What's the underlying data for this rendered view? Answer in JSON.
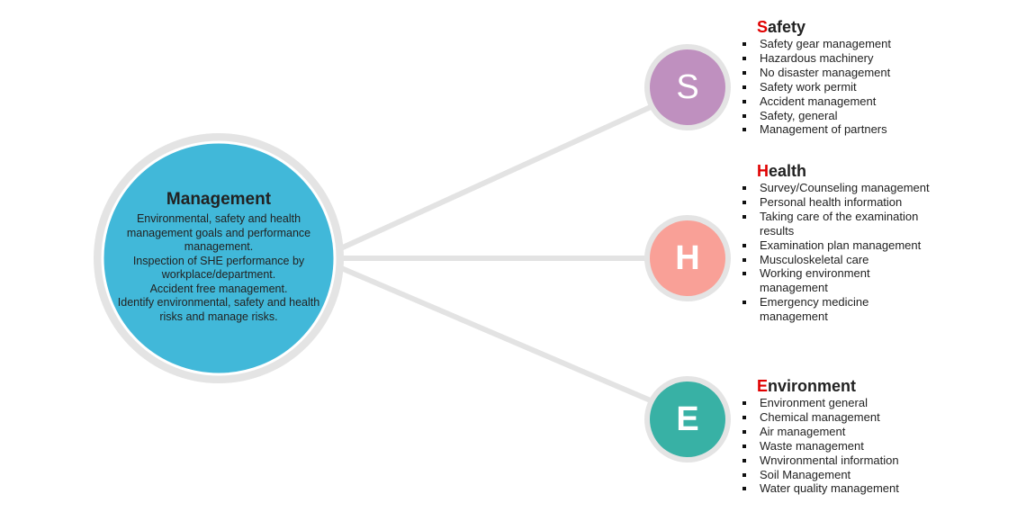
{
  "management": {
    "title": "Management",
    "lines": [
      "Environmental, safety and health management goals and performance management.",
      "Inspection of SHE performance by workplace/department.",
      "Accident free management.",
      "Identify environmental, safety and health risks and manage risks."
    ],
    "color": "#41b8d9"
  },
  "sections": [
    {
      "letter": "S",
      "title_first": "S",
      "title_rest": "afety",
      "color": "#bf90bf",
      "items": [
        "Safety gear management",
        "Hazardous machinery",
        "No disaster management",
        "Safety work permit",
        "Accident management",
        "Safety, general",
        "Management of partners"
      ]
    },
    {
      "letter": "H",
      "title_first": "H",
      "title_rest": "ealth",
      "color": "#f9a097",
      "items": [
        "Survey/Counseling management",
        "Personal health information",
        "Taking care of the examination results",
        "Examination plan management",
        "Musculoskeletal care",
        "Working environment management",
        "Emergency medicine management"
      ]
    },
    {
      "letter": "E",
      "title_first": "E",
      "title_rest": "nvironment",
      "color": "#38b1a5",
      "items": [
        "Environment general",
        "Chemical management",
        "Air management",
        "Waste management",
        "Wnvironmental information",
        "Soil Management",
        "Water quality management"
      ]
    }
  ]
}
